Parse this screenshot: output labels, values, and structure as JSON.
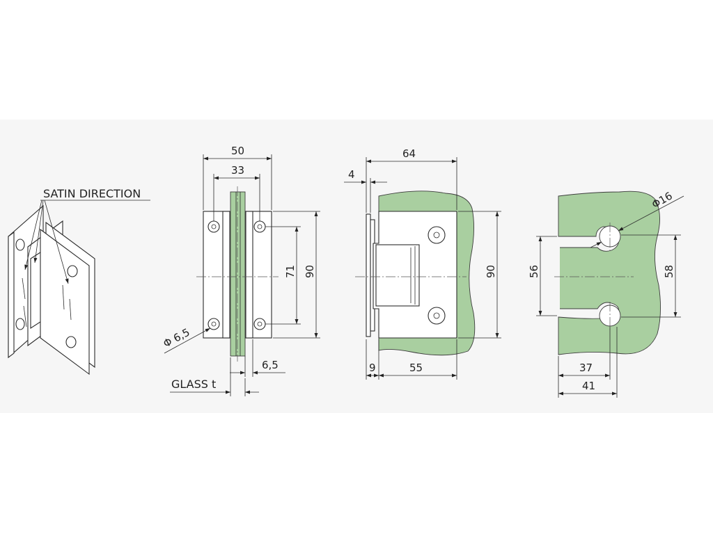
{
  "labels": {
    "satin_direction": "SATIN DIRECTION",
    "glass_t": "GLASS t"
  },
  "dimensions": {
    "view2_width_total": "50",
    "view2_width_holes": "33",
    "view2_height_holes": "71",
    "view2_height_total": "90",
    "view2_hole_dia": "Φ 6,5",
    "view2_offset": "6,5",
    "view3_depth_total": "64",
    "view3_plate_thickness": "4",
    "view3_height_total": "90",
    "view3_gap": "9",
    "view3_leaf_length": "55",
    "view4_hole_dia": "Φ16",
    "view4_height_left": "56",
    "view4_height_right": "58",
    "view4_offset_a": "37",
    "view4_offset_b": "41"
  },
  "colors": {
    "glass": "#a9cfa0",
    "line": "#2a2a2a",
    "band": "#f6f6f6"
  }
}
